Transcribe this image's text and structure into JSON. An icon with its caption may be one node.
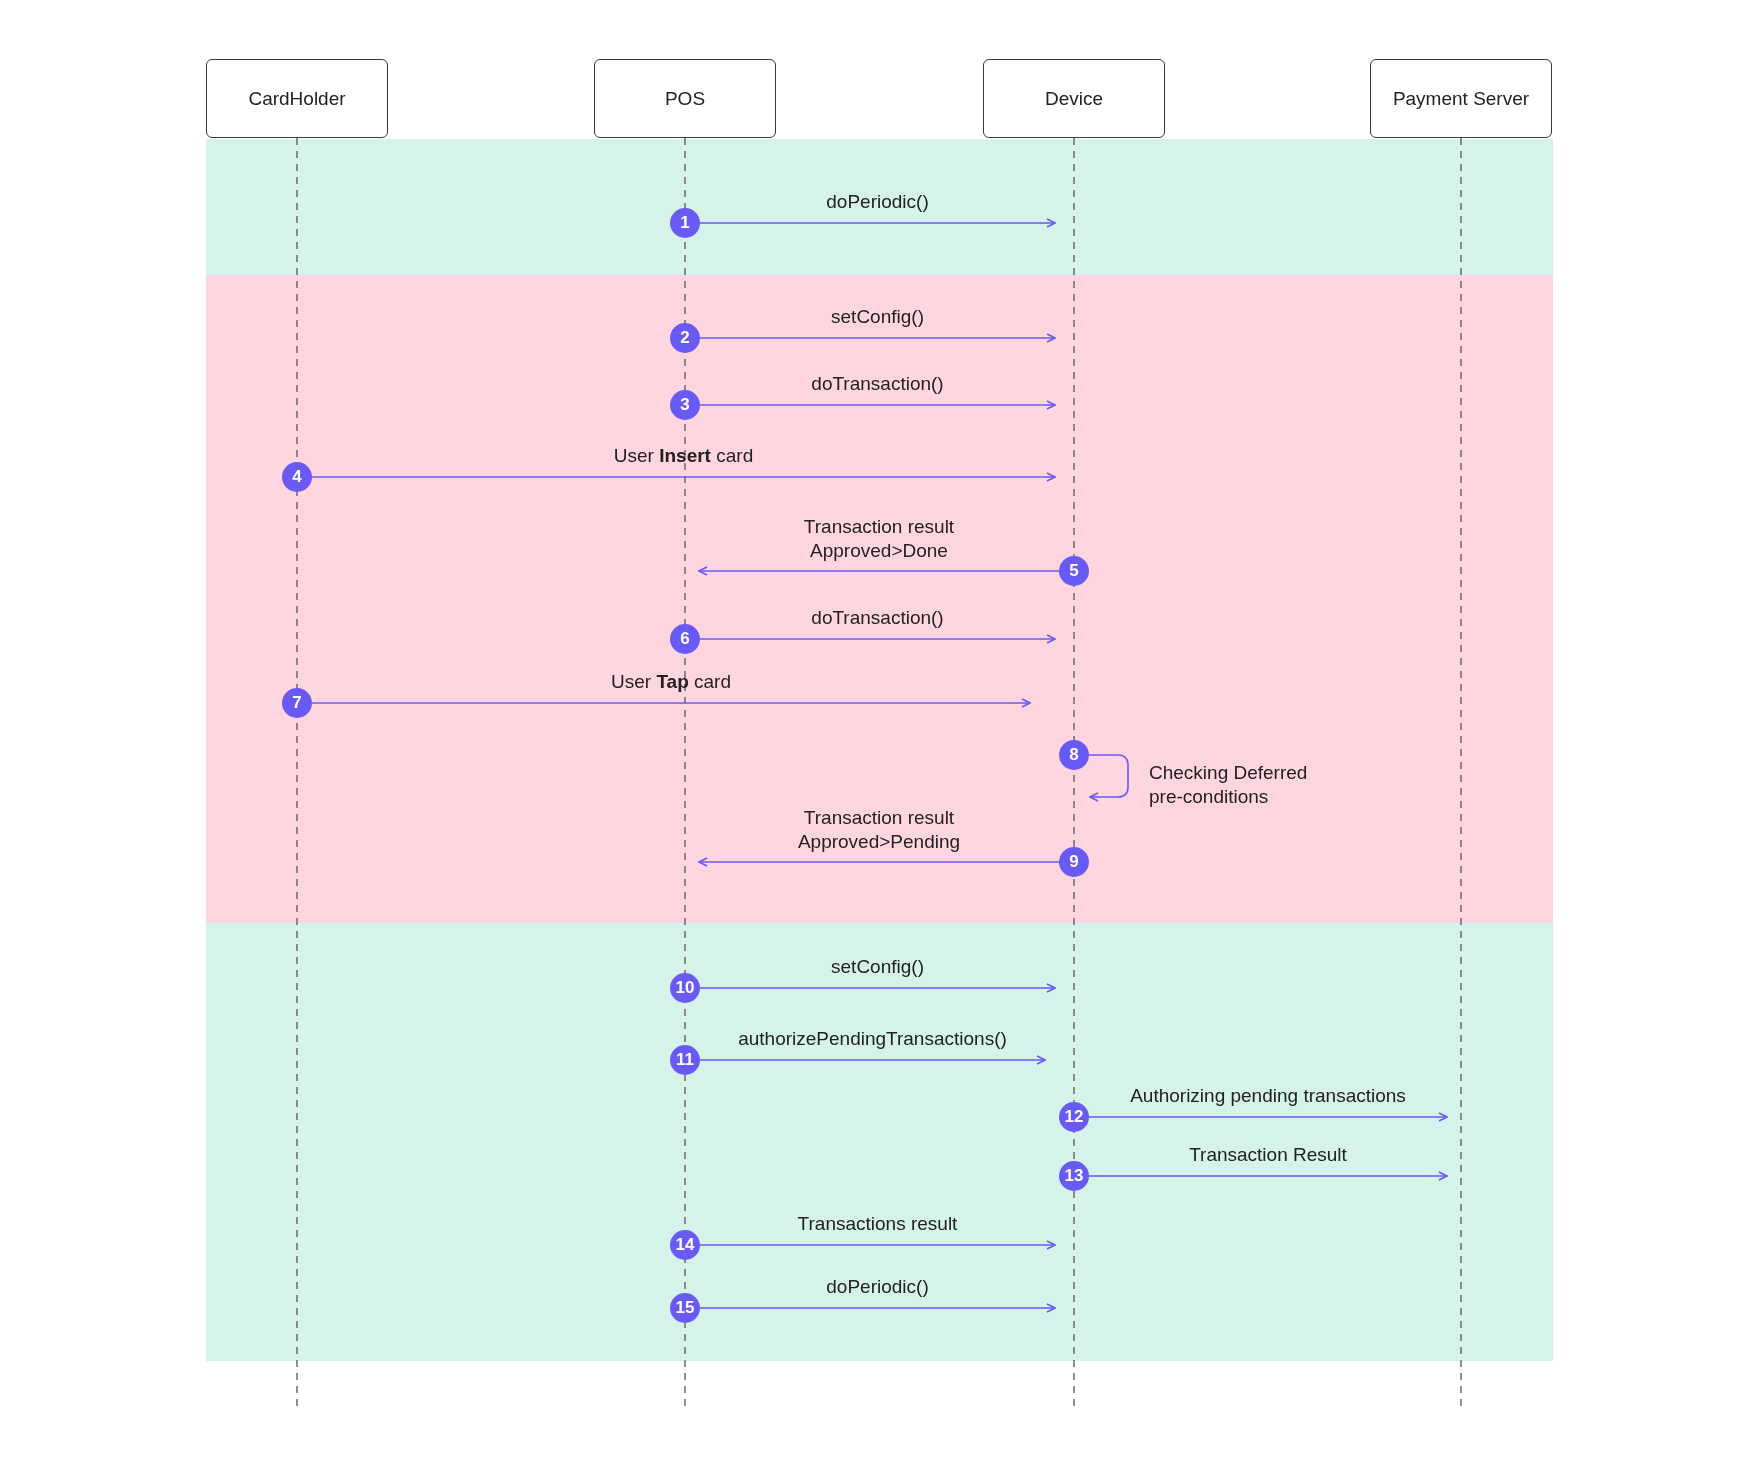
{
  "diagram": {
    "nodes": [
      {
        "text": [
          "CardHolder"
        ]
      },
      {
        "text": [
          "POS"
        ]
      },
      {
        "text": [
          "Device"
        ]
      },
      {
        "text": [
          "Payment Server"
        ]
      },
      {
        "text": [
          "1"
        ]
      },
      {
        "text": [
          "2"
        ]
      },
      {
        "text": [
          "3"
        ]
      },
      {
        "text": [
          "4"
        ]
      },
      {
        "text": [
          "5"
        ]
      },
      {
        "text": [
          "6"
        ]
      },
      {
        "text": [
          "7"
        ]
      },
      {
        "text": [
          "8"
        ]
      },
      {
        "text": [
          "9"
        ]
      },
      {
        "text": [
          "10"
        ]
      },
      {
        "text": [
          "11"
        ]
      },
      {
        "text": [
          "12"
        ]
      },
      {
        "text": [
          "13"
        ]
      },
      {
        "text": [
          "14"
        ]
      },
      {
        "text": [
          "15"
        ]
      }
    ],
    "edges": [
      {
        "from": 4,
        "to": null,
        "arrow": "to",
        "label": "doPeriodic()"
      },
      {
        "from": 5,
        "to": null,
        "arrow": "to",
        "label": "setConfig()"
      },
      {
        "from": 6,
        "to": null,
        "arrow": "to",
        "label": "doTransaction()"
      },
      {
        "from": 7,
        "to": null,
        "arrow": "to",
        "label": "User **Insert** card"
      },
      {
        "from": 8,
        "to": null,
        "arrow": "to",
        "label": "Transaction result Approved>Done"
      },
      {
        "from": 9,
        "to": null,
        "arrow": "to",
        "label": "doTransaction()"
      },
      {
        "from": 10,
        "to": null,
        "arrow": "to",
        "label": "User **Tap** card"
      },
      {
        "from": 11,
        "to": null,
        "arrow": "to",
        "label": "Checking Deferred pre-conditions"
      },
      {
        "from": 12,
        "to": null,
        "arrow": "to",
        "label": "Transaction result Approved>Pending"
      },
      {
        "from": 13,
        "to": null,
        "arrow": "to",
        "label": "setConfig()"
      },
      {
        "from": 14,
        "to": null,
        "arrow": "to",
        "label": "authorizePendingTransactions()"
      },
      {
        "from": 15,
        "to": null,
        "arrow": "to",
        "label": "Authorizing pending transactions"
      },
      {
        "from": 16,
        "to": null,
        "arrow": "to",
        "label": "Transaction Result"
      },
      {
        "from": 17,
        "to": null,
        "arrow": "to",
        "label": "Transactions result"
      },
      {
        "from": 18,
        "to": null,
        "arrow": "to",
        "label": "doPeriodic()"
      }
    ]
  }
}
